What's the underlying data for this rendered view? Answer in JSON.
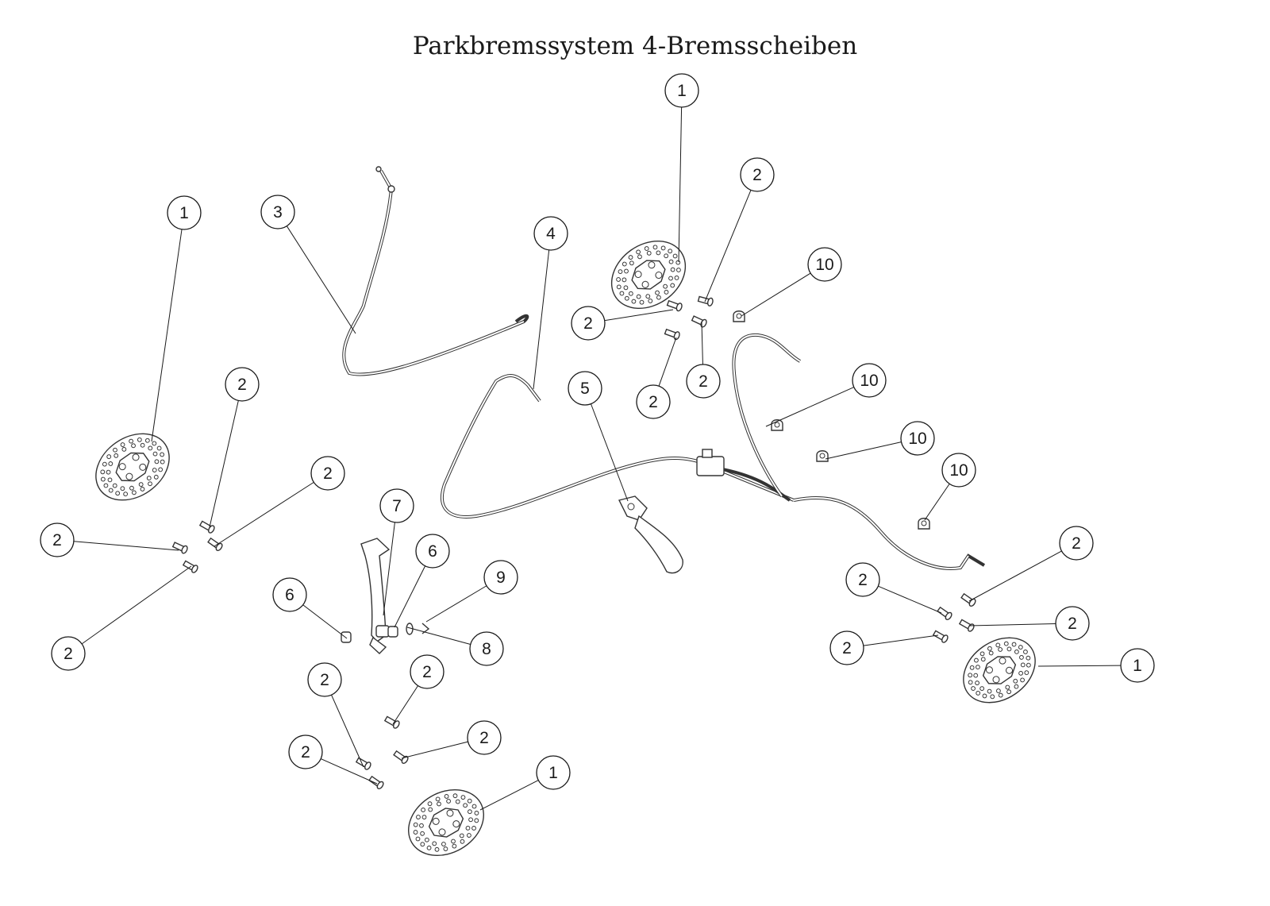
{
  "title": "Parkbremssystem 4-Bremsscheiben",
  "colors": {
    "line": "#1a1a1a",
    "background": "#ffffff"
  },
  "callouts": [
    {
      "label": "1"
    },
    {
      "label": "3"
    },
    {
      "label": "4"
    },
    {
      "label": "1"
    },
    {
      "label": "2"
    },
    {
      "label": "10"
    },
    {
      "label": "2"
    },
    {
      "label": "2"
    },
    {
      "label": "2"
    },
    {
      "label": "2"
    },
    {
      "label": "2"
    },
    {
      "label": "2"
    },
    {
      "label": "2"
    },
    {
      "label": "5"
    },
    {
      "label": "10"
    },
    {
      "label": "10"
    },
    {
      "label": "10"
    },
    {
      "label": "7"
    },
    {
      "label": "6"
    },
    {
      "label": "9"
    },
    {
      "label": "6"
    },
    {
      "label": "8"
    },
    {
      "label": "2"
    },
    {
      "label": "2"
    },
    {
      "label": "2"
    },
    {
      "label": "2"
    },
    {
      "label": "1"
    },
    {
      "label": "2"
    },
    {
      "label": "2"
    },
    {
      "label": "2"
    },
    {
      "label": "2"
    },
    {
      "label": "1"
    }
  ]
}
